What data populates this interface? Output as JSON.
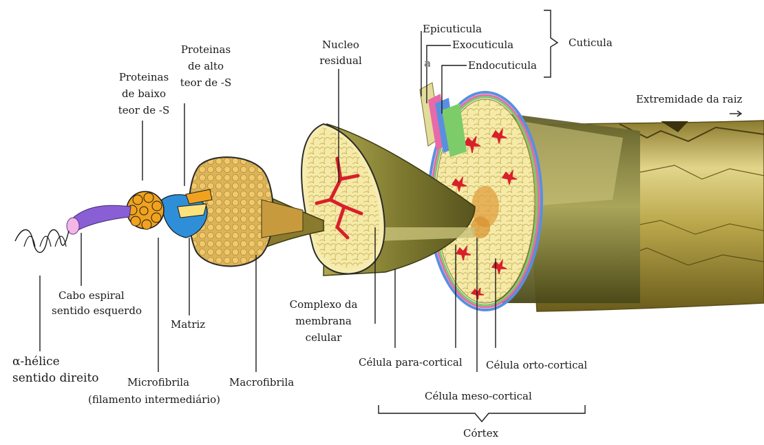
{
  "labels": {
    "alpha_helix_line1": "α-hélice",
    "alpha_helix_line2": "sentido direito",
    "cable_line1": "Cabo espiral",
    "cable_line2": "sentido esquerdo",
    "low_s_line1": "Proteinas",
    "low_s_line2": "de baixo",
    "low_s_line3": "teor de -S",
    "high_s_line1": "Proteinas",
    "high_s_line2": "de alto",
    "high_s_line3": "teor de -S",
    "matrix": "Matriz",
    "microfibril_line1": "Microfibrila",
    "microfibril_line2": "(filamento intermediário)",
    "macrofibril": "Macrofibrila",
    "nucleus_line1": "Nucleo",
    "nucleus_line2": "residual",
    "membrane_line1": "Complexo da",
    "membrane_line2": "membrana",
    "membrane_line3": "celular",
    "para_cortical": "Célula para-cortical",
    "orto_cortical": "Célula orto-cortical",
    "meso_cortical": "Célula meso-cortical",
    "cortex": "Córtex",
    "epicuticle": "Epicuticula",
    "exocuticle": "Exocuticula",
    "endocuticle": "Endocuticula",
    "layer_a": "a",
    "cuticle": "Cuticula",
    "root_end": "Extremidade da raiz"
  },
  "colors": {
    "outline": "#2a2a2a",
    "microfibril_orange": "#f0a21e",
    "matrix_blue": "#2e8fd8",
    "cable_purple": "#8a5fd6",
    "cable_pink": "#f3b6e6",
    "cell_yellow": "#f7ecb0",
    "cell_red": "#d8202a",
    "cortex_olive": "#8f8a3a",
    "hair_gold": "#b7a04a",
    "cuticle_pink": "#e86aa8",
    "cuticle_green": "#7ccc6a",
    "cuticle_blue": "#5a8fe0"
  }
}
